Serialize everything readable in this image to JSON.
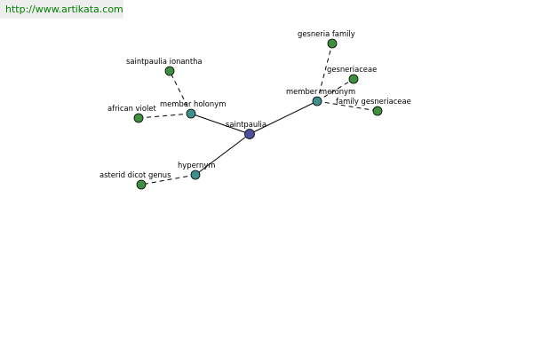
{
  "header": {
    "source_link": "http://www.artikata.com"
  },
  "colors": {
    "center_node": "#4B4F9E",
    "relation_node": "#3F8F8C",
    "leaf_node": "#3F8F3F"
  },
  "graph": {
    "nodes": [
      {
        "id": "saintpaulia",
        "label": "saintpaulia",
        "kind": "center"
      },
      {
        "id": "member-holonym",
        "label": "member holonym",
        "kind": "relation"
      },
      {
        "id": "member-meronym",
        "label": "member meronym",
        "kind": "relation"
      },
      {
        "id": "hypernym",
        "label": "hypernym",
        "kind": "relation"
      },
      {
        "id": "saintpaulia-ionantha",
        "label": "saintpaulia ionantha",
        "kind": "leaf"
      },
      {
        "id": "african-violet",
        "label": "african violet",
        "kind": "leaf"
      },
      {
        "id": "gesneria-family",
        "label": "gesneria family",
        "kind": "leaf"
      },
      {
        "id": "gesneriaceae",
        "label": "gesneriaceae",
        "kind": "leaf"
      },
      {
        "id": "family-gesneriaceae",
        "label": "family gesneriaceae",
        "kind": "leaf"
      },
      {
        "id": "asterid-dicot-genus",
        "label": "asterid dicot genus",
        "kind": "leaf"
      }
    ],
    "edges": [
      {
        "from": "saintpaulia",
        "to": "member-holonym",
        "style": "solid"
      },
      {
        "from": "saintpaulia",
        "to": "member-meronym",
        "style": "solid"
      },
      {
        "from": "saintpaulia",
        "to": "hypernym",
        "style": "solid"
      },
      {
        "from": "member-holonym",
        "to": "saintpaulia-ionantha",
        "style": "dashed"
      },
      {
        "from": "member-holonym",
        "to": "african-violet",
        "style": "dashed"
      },
      {
        "from": "member-meronym",
        "to": "gesneria-family",
        "style": "dashed"
      },
      {
        "from": "member-meronym",
        "to": "gesneriaceae",
        "style": "dashed"
      },
      {
        "from": "member-meronym",
        "to": "family-gesneriaceae",
        "style": "dashed"
      },
      {
        "from": "hypernym",
        "to": "asterid-dicot-genus",
        "style": "dashed"
      }
    ]
  }
}
